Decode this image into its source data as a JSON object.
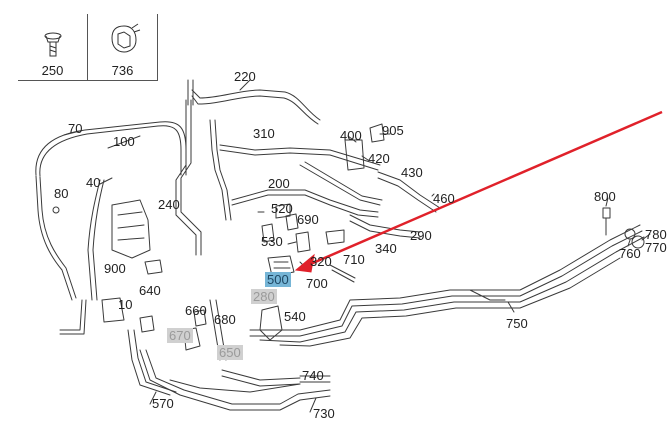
{
  "legend": [
    {
      "label": "250",
      "icon": "bolt-icon"
    },
    {
      "label": "736",
      "icon": "grommet-icon"
    }
  ],
  "callouts": {
    "c220": "220",
    "c70": "70",
    "c310": "310",
    "c400": "400",
    "c905": "905",
    "c100": "100",
    "c420": "420",
    "c430": "430",
    "c40": "40",
    "c200": "200",
    "c460": "460",
    "c80": "80",
    "c240": "240",
    "c520": "520",
    "c690": "690",
    "c800": "800",
    "c290": "290",
    "c530": "530",
    "c340": "340",
    "c780": "780",
    "c320": "320",
    "c710": "710",
    "c760": "760",
    "c770": "770",
    "c900": "900",
    "c500": "500",
    "c700": "700",
    "c640": "640",
    "c280": "280",
    "c10": "10",
    "c660": "660",
    "c540": "540",
    "c750": "750",
    "c680": "680",
    "c670": "670",
    "c650": "650",
    "c740": "740",
    "c570": "570",
    "c730": "730"
  },
  "colors": {
    "line": "#3a3a3a",
    "arrow": "#e0212a",
    "highlight": "#76b5d6",
    "muted": "#d0d0d0"
  }
}
